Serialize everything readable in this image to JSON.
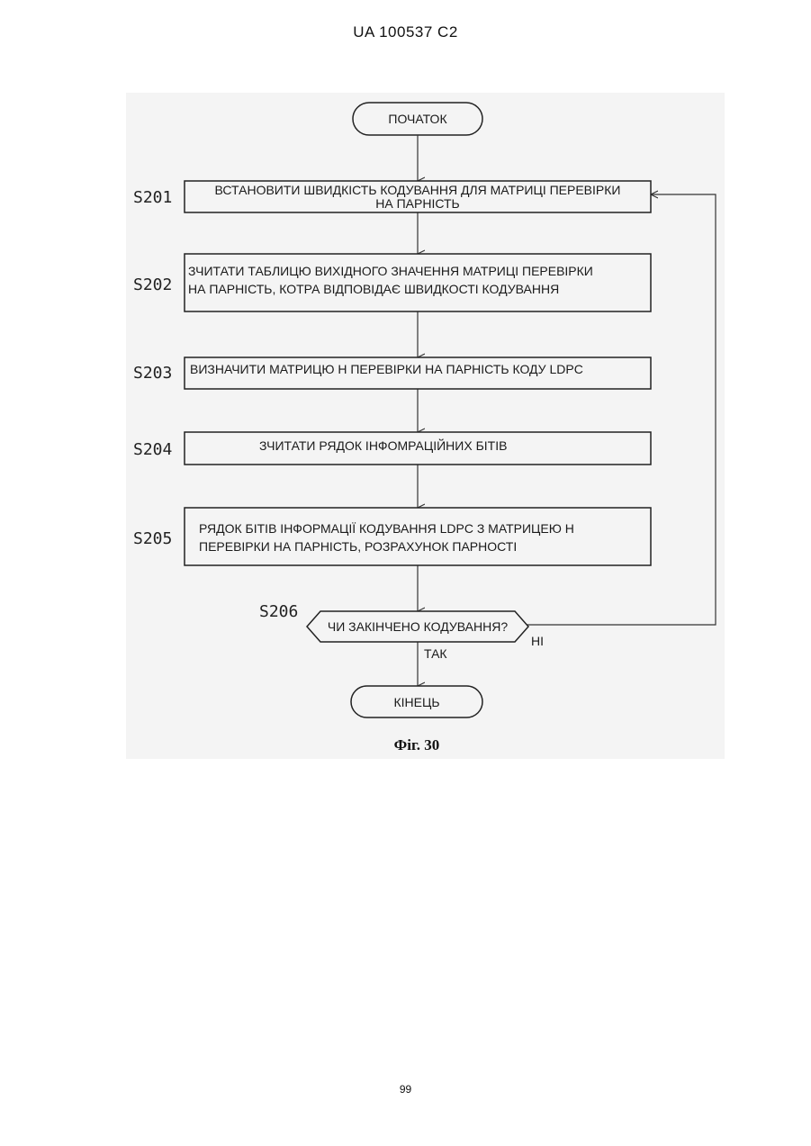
{
  "header": {
    "publication": "UA   100537   C2"
  },
  "figure": {
    "start": "ПОЧАТОК",
    "end": "КІНЕЦЬ",
    "steps": [
      {
        "id": "S201",
        "lines": [
          "ВСТАНОВИТИ ШВИДКІСТЬ КОДУВАННЯ ДЛЯ МАТРИЦІ ПЕРЕВІРКИ",
          "НА ПАРНІСТЬ"
        ]
      },
      {
        "id": "S202",
        "lines": [
          "ЗЧИТАТИ ТАБЛИЦЮ ВИХІДНОГО ЗНАЧЕННЯ МАТРИЦІ ПЕРЕВІРКИ",
          "НА ПАРНІСТЬ, КОТРА ВІДПОВІДАЄ ШВИДКОСТІ КОДУВАННЯ"
        ]
      },
      {
        "id": "S203",
        "lines": [
          "ВИЗНАЧИТИ МАТРИЦЮ Н ПЕРЕВІРКИ НА ПАРНІСТЬ КОДУ LDPC"
        ]
      },
      {
        "id": "S204",
        "lines": [
          "ЗЧИТАТИ РЯДОК ІНФОМРАЦІЙНИХ БІТІВ"
        ]
      },
      {
        "id": "S205",
        "lines": [
          "РЯДОК БІТІВ ІНФОРМАЦІЇ КОДУВАННЯ LDPC З МАТРИЦЕЮ Н",
          "ПЕРЕВІРКИ НА ПАРНІСТЬ, РОЗРАХУНОК ПАРНОСТІ"
        ]
      }
    ],
    "decision": {
      "id": "S206",
      "question": "ЧИ ЗАКІНЧЕНО КОДУВАННЯ?",
      "yes_label": "ТАК",
      "no_label": "НІ"
    },
    "caption": "Фіг. 30"
  },
  "footer": {
    "page_number": "99"
  }
}
